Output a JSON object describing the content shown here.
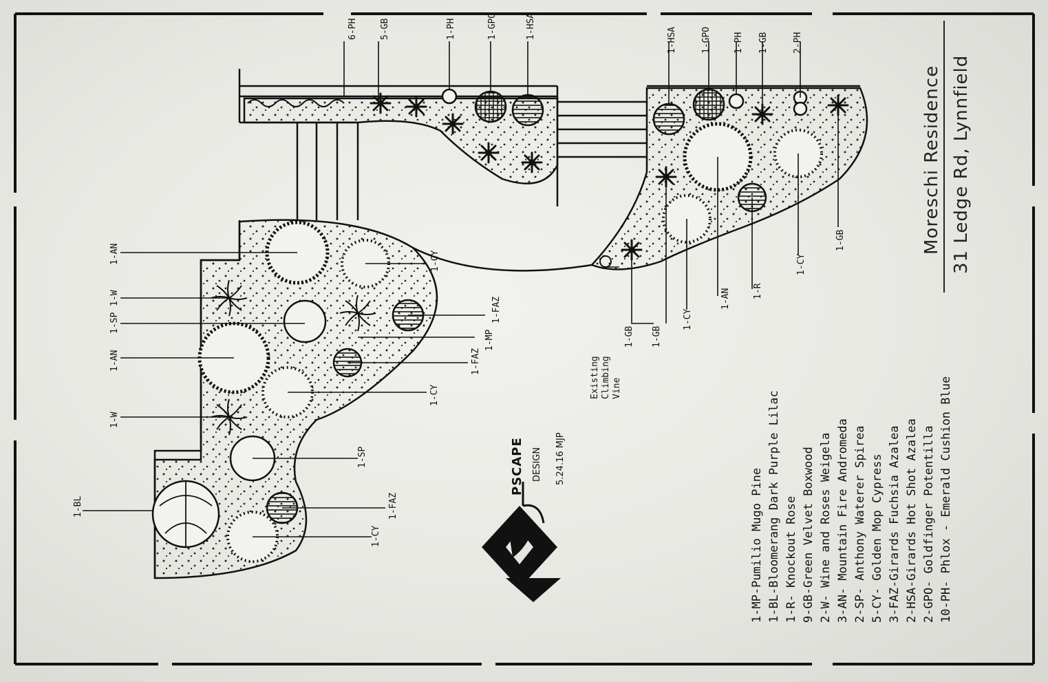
{
  "title": {
    "name": "Moreschi Residence",
    "address": "31 Ledge Rd, Lynnfield"
  },
  "logo": {
    "name": "PSCAPE",
    "sub": "DESIGN",
    "date": "5.24.16 MJP"
  },
  "labels": {
    "t1": "6-PH",
    "t2": "5-GB",
    "t3": "1-PH",
    "t4": "1-GPO",
    "t5": "1-HSA",
    "r1": "1-HSA",
    "r2": "1-GPO",
    "r3": "1-PH",
    "r4": "1-GB",
    "r5": "2-PH",
    "l1": "1-AN",
    "l2": "1-W",
    "l3": "1-SP",
    "l4": "1-AN",
    "l5": "1-W",
    "l6": "1-BL",
    "i1": "1-CY",
    "i2": "1-FAZ",
    "i3": "1-MP",
    "i4": "1-FAZ",
    "i5": "1-CY",
    "i6": "1-SP",
    "i7": "1-FAZ",
    "i8": "1-CY",
    "v1": "Existing",
    "v2": "Climbing",
    "v3": "Vine",
    "b1": "1-GB",
    "b2": "1-GB",
    "b3": "1-CY",
    "b4": "1-AN",
    "b5": "1-R",
    "b6": "1-CY",
    "b7": "1-GB"
  },
  "legend": [
    "1-MP-Pumilio Mugo Pine",
    "1-BL-Bloomerang Dark Purple Lilac",
    "1-R- Knockout Rose",
    "9-GB-Green Velvet Boxwood",
    "2-W- Wine and Roses Weigela",
    "3-AN- Mountain Fire Andromeda",
    "2-SP- Anthony Waterer Spirea",
    "5-CY- Golden Mop Cypress",
    "3-FAZ-Girards Fuchsia Azalea",
    "2-HSA-Girards Hot Shot Azalea",
    "2-GPO- Goldfinger Potentilla",
    "10-PH- Phlox - Emerald Cushion Blue",
    "",
    ""
  ]
}
